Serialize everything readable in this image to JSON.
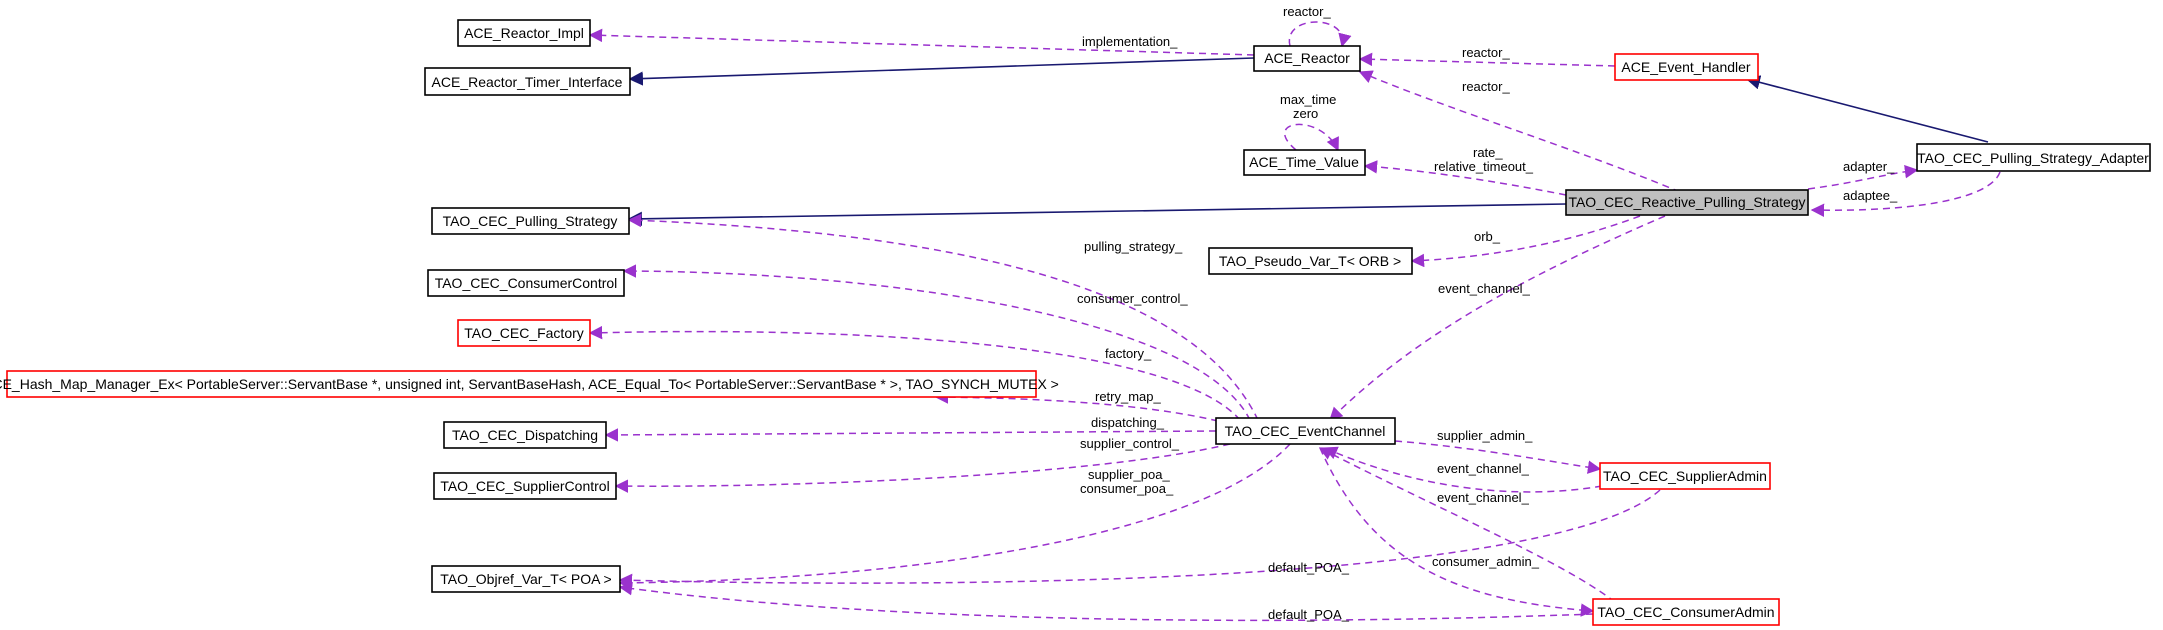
{
  "colors": {
    "usage_edge": "#9a32cd",
    "inheritance_edge": "#191970",
    "highlight_fill": "#bfbfbf",
    "red_border": "#ff0000",
    "black_border": "#000000"
  },
  "nodes": {
    "ace_reactor_impl": "ACE_Reactor_Impl",
    "ace_reactor_timer_interface": "ACE_Reactor_Timer_Interface",
    "ace_reactor": "ACE_Reactor",
    "ace_event_handler": "ACE_Event_Handler",
    "ace_time_value": "ACE_Time_Value",
    "tao_cec_pulling_strategy_adapter": "TAO_CEC_Pulling_Strategy_Adapter",
    "tao_cec_reactive_pulling_strategy": "TAO_CEC_Reactive_Pulling_Strategy",
    "tao_cec_pulling_strategy": "TAO_CEC_Pulling_Strategy",
    "tao_pseudo_var_t_orb": "TAO_Pseudo_Var_T< ORB >",
    "tao_cec_consumercontrol": "TAO_CEC_ConsumerControl",
    "tao_cec_factory": "TAO_CEC_Factory",
    "ace_hash_map_manager_ex": "ACE_Hash_Map_Manager_Ex< PortableServer::ServantBase *, unsigned int, ServantBaseHash, ACE_Equal_To< PortableServer::ServantBase * >, TAO_SYNCH_MUTEX >",
    "tao_cec_dispatching": "TAO_CEC_Dispatching",
    "tao_cec_eventchannel": "TAO_CEC_EventChannel",
    "tao_cec_suppliercontrol": "TAO_CEC_SupplierControl",
    "tao_cec_supplieradmin": "TAO_CEC_SupplierAdmin",
    "tao_objref_var_t_poa": "TAO_Objref_Var_T< POA >",
    "tao_cec_consumeradmin": "TAO_CEC_ConsumerAdmin"
  },
  "edge_labels": {
    "reactor_self": "reactor_",
    "implementation": "implementation_",
    "reactor_from_event_handler": "reactor_",
    "reactor_from_reactive": "reactor_",
    "time_self_1": "max_time",
    "time_self_2": "zero",
    "rate": "rate_",
    "relative_timeout": "relative_timeout_",
    "adapter": "adapter_",
    "adaptee": "adaptee_",
    "orb": "orb_",
    "pulling_strategy": "pulling_strategy_",
    "event_channel_reactive": "event_channel_",
    "consumer_control": "consumer_control_",
    "factory": "factory_",
    "retry_map": "retry_map_",
    "dispatching": "dispatching_",
    "supplier_control": "supplier_control_",
    "supplier_poa": "supplier_poa_",
    "consumer_poa": "consumer_poa_",
    "supplier_admin": "supplier_admin_",
    "event_channel_supplier": "event_channel_",
    "event_channel_consumer": "event_channel_",
    "consumer_admin": "consumer_admin_",
    "default_poa_supplier": "default_POA_",
    "default_poa_consumer": "default_POA_"
  }
}
